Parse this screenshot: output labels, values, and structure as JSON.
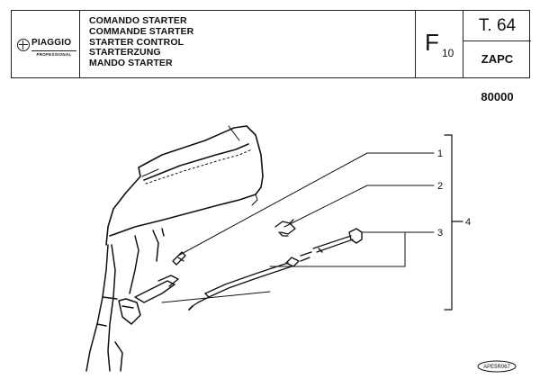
{
  "header": {
    "brand": "PIAGGIO",
    "brand_sub": "PROFESSIONAL",
    "titles": [
      "COMANDO STARTER",
      "COMMANDE STARTER",
      "STARTER CONTROL",
      "STARTERZUNG",
      "MANDO STARTER"
    ],
    "section_letter": "F",
    "section_number": "10",
    "table_number": "T. 64",
    "frame_code": "ZAPC 80000"
  },
  "callouts": [
    "1",
    "2",
    "3",
    "4"
  ],
  "figure_code": "APE5R067",
  "colors": {
    "ink": "#111111",
    "paper": "#ffffff"
  }
}
